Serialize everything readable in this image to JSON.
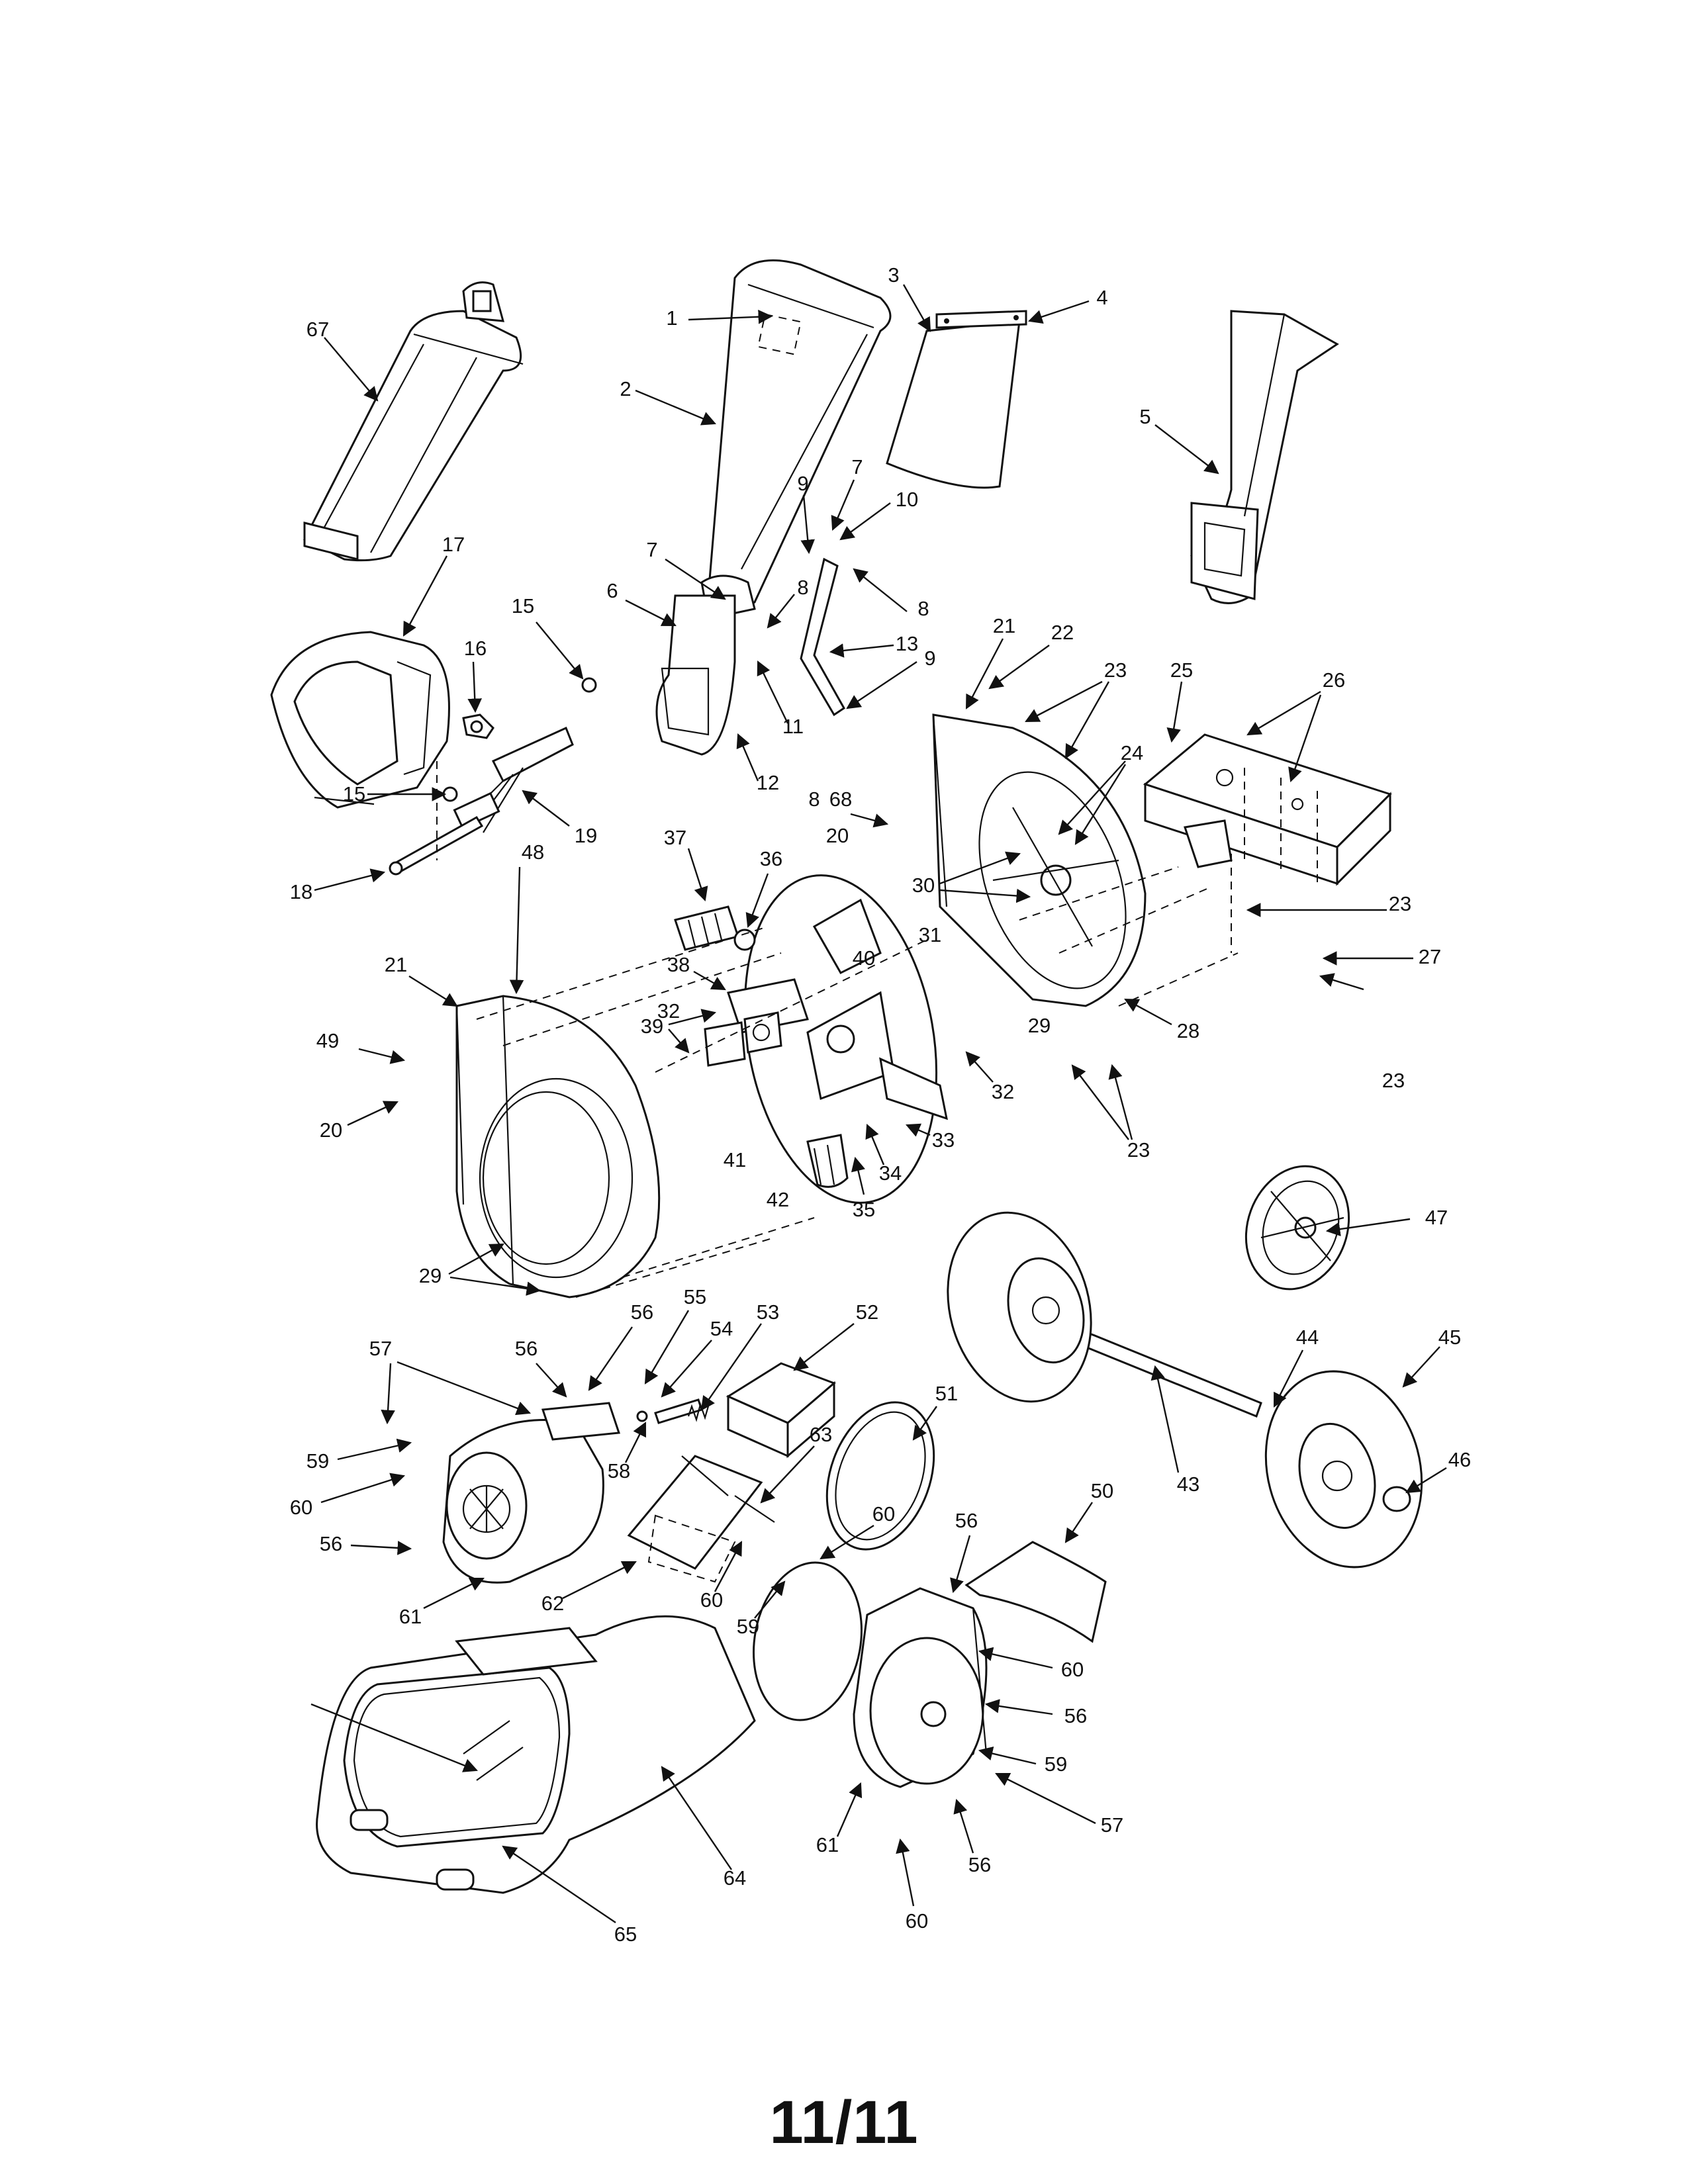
{
  "page": {
    "number": "11/11"
  },
  "callouts": [
    "1",
    "2",
    "3",
    "4",
    "5",
    "6",
    "7",
    "7",
    "8",
    "8",
    "8",
    "9",
    "9",
    "10",
    "11",
    "12",
    "13",
    "8",
    "68",
    "67",
    "17",
    "15",
    "16",
    "15",
    "19",
    "18",
    "21",
    "22",
    "23",
    "23",
    "24",
    "25",
    "26",
    "20",
    "30",
    "37",
    "36",
    "38",
    "40",
    "31",
    "23",
    "27",
    "29",
    "23",
    "28",
    "23",
    "49",
    "48",
    "21",
    "39",
    "32",
    "32",
    "33",
    "34",
    "35",
    "41",
    "42",
    "20",
    "29",
    "47",
    "43",
    "44",
    "45",
    "46",
    "56",
    "55",
    "54",
    "53",
    "52",
    "57",
    "56",
    "58",
    "51",
    "63",
    "59",
    "60",
    "60",
    "56",
    "61",
    "62",
    "60",
    "59",
    "50",
    "56",
    "60",
    "56",
    "59",
    "57",
    "61",
    "56",
    "60",
    "64",
    "65"
  ]
}
